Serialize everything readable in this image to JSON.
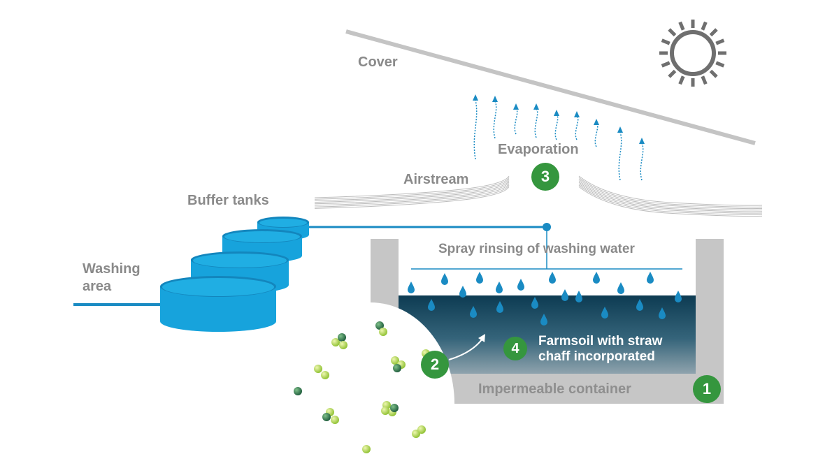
{
  "labels": {
    "cover": "Cover",
    "evaporation": "Evaporation",
    "airstream": "Airstream",
    "buffer_tanks": "Buffer tanks",
    "washing_area": "Washing\narea",
    "spray_rinsing": "Spray rinsing of washing water",
    "farmsoil": "Farmsoil with straw chaff incorporated",
    "container": "Impermeable container"
  },
  "steps": {
    "step1": "1",
    "step2": "2",
    "step3": "3",
    "step4": "4"
  },
  "colors": {
    "water_blue": "#1a8bc3",
    "tank_blue": "#17a3dc",
    "container_grey": "#c6c6c6",
    "soil_dark": "#0f3f57",
    "badge_green": "#35963e",
    "label_grey": "#8a8a8a",
    "cover_grey": "#c4c4c4",
    "sun_grey": "#6f6f6f"
  },
  "icons": {
    "sun": "sun-icon",
    "droplet": "water-droplet-icon",
    "arrow": "evaporation-arrow-icon",
    "particle": "microbe-particle-icon"
  }
}
